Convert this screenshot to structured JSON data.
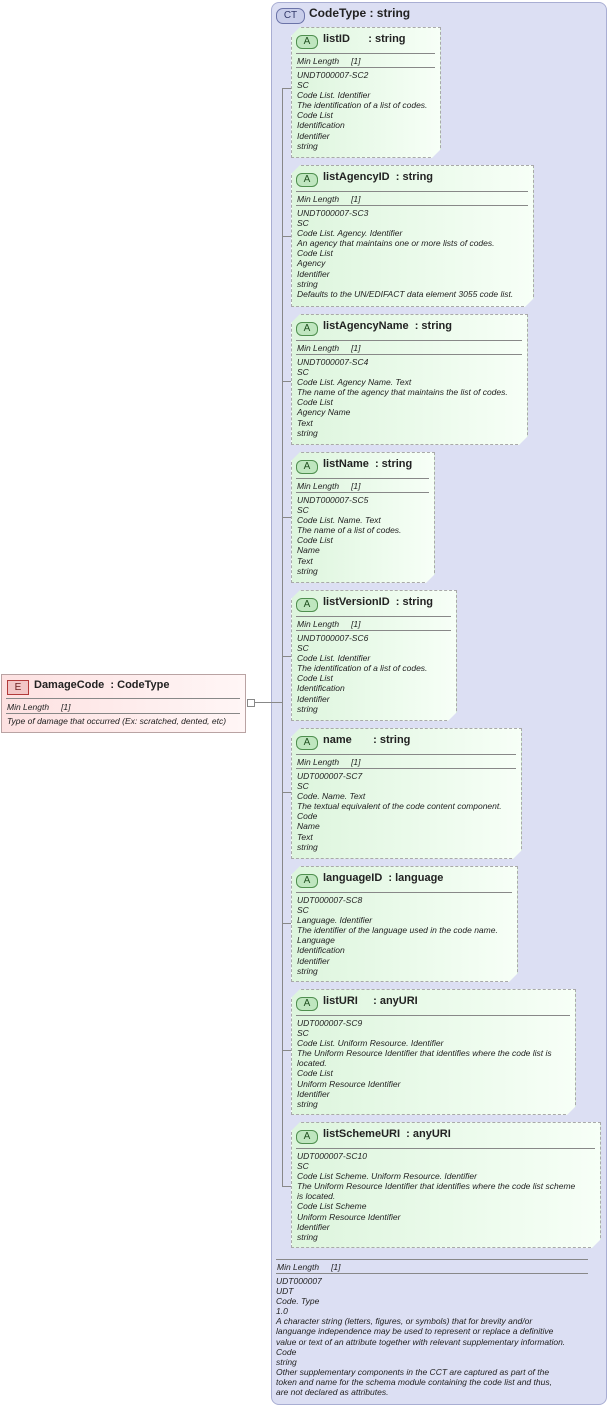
{
  "complex_type": {
    "badge": "CT",
    "title": "CodeType : string",
    "min_length_label": "Min Length",
    "min_length_value": "[1]",
    "doc": [
      "UDT000007",
      "UDT",
      "Code. Type",
      "1.0",
      "A character string (letters, figures, or symbols) that for brevity and/or",
      "languange independence may be used to represent or replace a definitive",
      "value or text of an attribute together with relevant supplementary information.",
      "Code",
      "string",
      "Other supplementary components in the CCT are captured as part of the",
      "token and name for the schema module containing the code list and thus,",
      "are not declared as attributes."
    ]
  },
  "attributes": [
    {
      "badge": "A",
      "name": "listID      : string",
      "min_length_label": "Min Length",
      "min_length_value": "[1]",
      "doc": [
        "UNDT000007-SC2",
        "SC",
        "Code List. Identifier",
        "The identification of a list of codes.",
        "Code List",
        "Identification",
        "Identifier",
        "string"
      ]
    },
    {
      "badge": "A",
      "name": "listAgencyID  : string",
      "min_length_label": "Min Length",
      "min_length_value": "[1]",
      "doc": [
        "UNDT000007-SC3",
        "SC",
        "Code List. Agency. Identifier",
        "An agency that maintains one or more lists of codes.",
        "Code List",
        "Agency",
        "Identifier",
        "string",
        "Defaults to the UN/EDIFACT data element 3055 code list."
      ]
    },
    {
      "badge": "A",
      "name": "listAgencyName  : string",
      "min_length_label": "Min Length",
      "min_length_value": "[1]",
      "doc": [
        "UNDT000007-SC4",
        "SC",
        "Code List. Agency Name. Text",
        "The name of the agency that maintains the list of codes.",
        "Code List",
        "Agency Name",
        "Text",
        "string"
      ]
    },
    {
      "badge": "A",
      "name": "listName  : string",
      "min_length_label": "Min Length",
      "min_length_value": "[1]",
      "doc": [
        "UNDT000007-SC5",
        "SC",
        "Code List. Name. Text",
        "The name of a list of codes.",
        "Code List",
        "Name",
        "Text",
        "string"
      ]
    },
    {
      "badge": "A",
      "name": "listVersionID  : string",
      "min_length_label": "Min Length",
      "min_length_value": "[1]",
      "doc": [
        "UNDT000007-SC6",
        "SC",
        "Code List. Identifier",
        "The identification of a list of codes.",
        "Code List",
        "Identification",
        "Identifier",
        "string"
      ]
    },
    {
      "badge": "A",
      "name": "name       : string",
      "min_length_label": "Min Length",
      "min_length_value": "[1]",
      "doc": [
        "UDT000007-SC7",
        "SC",
        "Code. Name. Text",
        "The textual equivalent of the code content component.",
        "Code",
        "Name",
        "Text",
        "string"
      ]
    },
    {
      "badge": "A",
      "name": "languageID  : language",
      "doc": [
        "UDT000007-SC8",
        "SC",
        "Language. Identifier",
        "The identifier of the language used in the code name.",
        "Language",
        "Identification",
        "Identifier",
        "string"
      ]
    },
    {
      "badge": "A",
      "name": "listURI     : anyURI",
      "doc": [
        "UDT000007-SC9",
        "SC",
        "Code List. Uniform Resource. Identifier",
        "The Uniform Resource Identifier that identifies where the code list is",
        "located.",
        "Code List",
        "Uniform Resource Identifier",
        "Identifier",
        "string"
      ]
    },
    {
      "badge": "A",
      "name": "listSchemeURI  : anyURI",
      "doc": [
        "UDT000007-SC10",
        "SC",
        "Code List Scheme. Uniform Resource. Identifier",
        "The Uniform Resource Identifier that identifies where the code list scheme",
        "is located.",
        "Code List Scheme",
        "Uniform Resource Identifier",
        "Identifier",
        "string"
      ]
    }
  ],
  "element": {
    "badge": "E",
    "name": "DamageCode  : CodeType",
    "min_length_label": "Min Length",
    "min_length_value": "[1]",
    "doc": "Type of damage that occurred (Ex: scratched, dented, etc)"
  }
}
